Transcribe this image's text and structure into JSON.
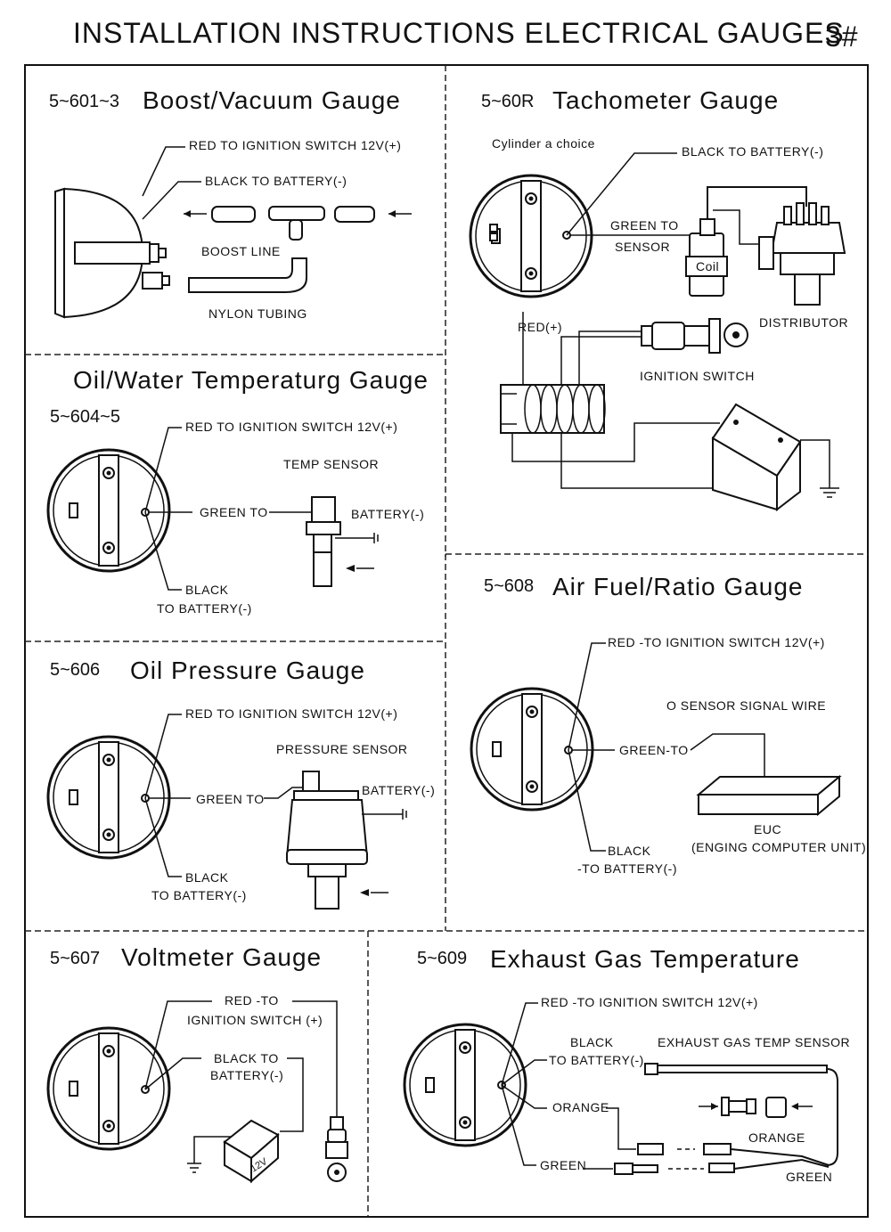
{
  "header": {
    "title": "INSTALLATION INSTRUCTIONS ELECTRICAL GAUGES",
    "page": "3#"
  },
  "boost": {
    "code": "5~601~3",
    "title": "Boost/Vacuum Gauge",
    "red": "RED   TO IGNITION SWITCH 12V(+)",
    "black": "BLACK   TO BATTERY(-)",
    "boost_line": "BOOST LINE",
    "nylon": "NYLON TUBING"
  },
  "tach": {
    "code": "5~60R",
    "title": "Tachometer Gauge",
    "cylinder": "Cylinder a choice",
    "black": "BLACK  TO BATTERY(-)",
    "green1": "GREEN TO",
    "green2": "SENSOR",
    "coil": "Coil",
    "distributor": "DISTRIBUTOR",
    "red": "RED(+)",
    "ignition": "IGNITION SWITCH"
  },
  "temp": {
    "title": "Oil/Water Temperaturg Gauge",
    "code": "5~604~5",
    "red": "RED TO IGNITION SWITCH 12V(+)",
    "sensor": "TEMP SENSOR",
    "green": "GREEN TO",
    "battery": "BATTERY(-)",
    "black1": "BLACK",
    "black2": "TO BATTERY(-)"
  },
  "afr": {
    "code": "5~608",
    "title": "Air Fuel/Ratio Gauge",
    "red": "RED -TO IGNITION SWITCH 12V(+)",
    "signal": "O   SENSOR SIGNAL WIRE",
    "green": "GREEN-TO",
    "euc1": "EUC",
    "euc2": "(ENGING COMPUTER UNIT)",
    "black1": "BLACK",
    "black2": "-TO BATTERY(-)"
  },
  "oilp": {
    "code": "5~606",
    "title": "Oil Pressure Gauge",
    "red": "RED TO IGNITION SWITCH 12V(+)",
    "sensor": "PRESSURE SENSOR",
    "green": "GREEN TO",
    "battery": "BATTERY(-)",
    "black1": "BLACK",
    "black2": "TO BATTERY(-)"
  },
  "volt": {
    "code": "5~607",
    "title": "Voltmeter Gauge",
    "red1": "RED -TO",
    "red2": "IGNITION SWITCH (+)",
    "black1": "BLACK TO",
    "black2": "BATTERY(-)",
    "battery": "12V"
  },
  "egt": {
    "code": "5~609",
    "title": "Exhaust Gas Temperature",
    "red": "RED -TO IGNITION SWITCH 12V(+)",
    "black1": "BLACK",
    "black2": "TO BATTERY(-)",
    "sensor": "EXHAUST GAS TEMP SENSOR",
    "orange1": "ORANGE",
    "orange2": "ORANGE",
    "green1": "GREEN",
    "green2": "GREEN"
  }
}
